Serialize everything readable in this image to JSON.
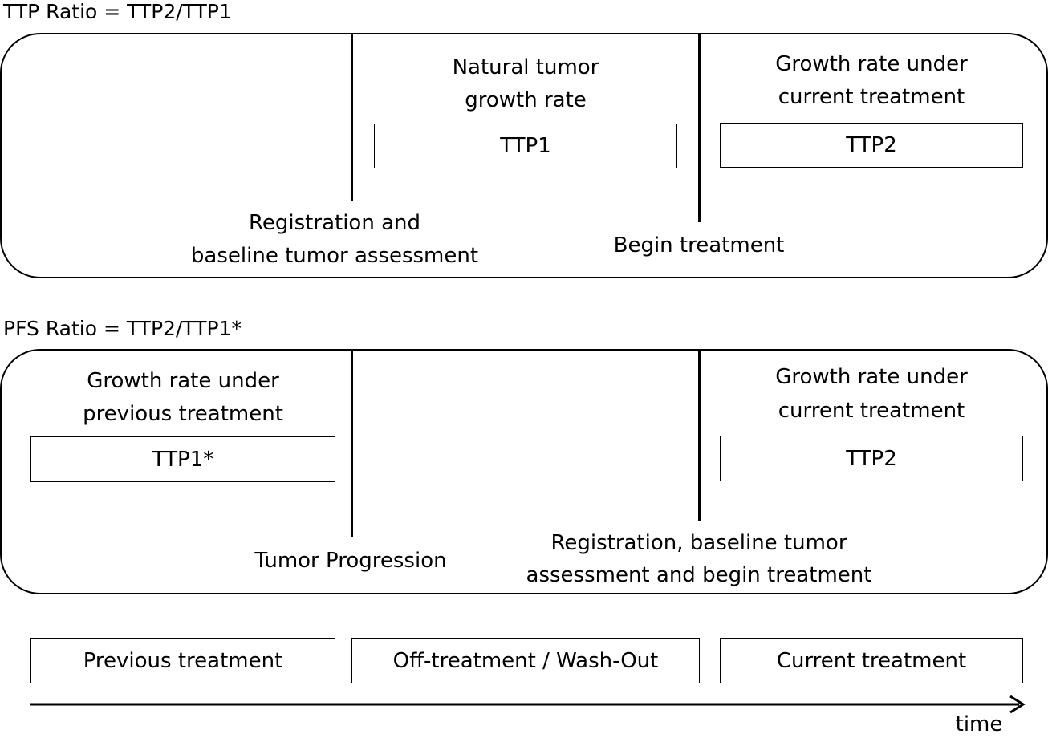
{
  "top_panel": {
    "title": "TTP Ratio = TTP2/TTP1",
    "natural_label_line1": "Natural tumor",
    "natural_label_line2": "growth rate",
    "ttp1_box": "TTP1",
    "current_label_line1": "Growth rate under",
    "current_label_line2": "current treatment",
    "ttp2_box": "TTP2",
    "registration_line1": "Registration and",
    "registration_line2": "baseline tumor assessment",
    "begin_treatment": "Begin treatment"
  },
  "bottom_panel": {
    "title": "PFS Ratio = TTP2/TTP1*",
    "previous_label_line1": "Growth rate under",
    "previous_label_line2": "previous treatment",
    "ttp1star_box": "TTP1*",
    "current_label_line1": "Growth rate under",
    "current_label_line2": "current treatment",
    "ttp2_box": "TTP2",
    "tumor_progression": "Tumor Progression",
    "registration_line1": "Registration, baseline tumor",
    "registration_line2": "assessment and begin treatment"
  },
  "phases": {
    "previous": "Previous treatment",
    "washout": "Off-treatment / Wash-Out",
    "current": "Current treatment"
  },
  "axis": {
    "label": "time"
  }
}
